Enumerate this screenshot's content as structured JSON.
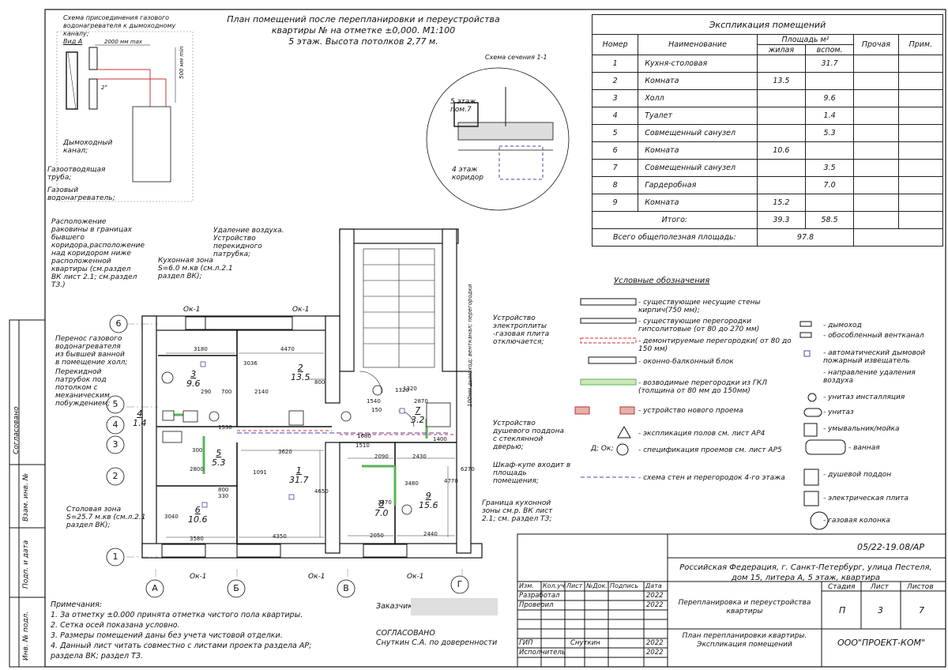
{
  "drawing": {
    "title_line1": "План помещений после перепланировки и переустройства",
    "title_line2": "квартиры №   на отметке ±0,000. М1:100",
    "title_line3": "5 этаж. Высота потолков 2,77 м."
  },
  "gas_scheme": {
    "title_line1": "Схема присоединения газового",
    "title_line2": "водонагревателя к дымоходному каналу;",
    "view": "Вид А",
    "dim_width": "2000 мм max",
    "dim_height": "500 мм min",
    "angle": "2°",
    "label_chimney": "Дымоходный канал;",
    "label_pipe": "Газоотводящая труба;",
    "label_heater": "Газовый водонагреватель;"
  },
  "section": {
    "title": "Схема сечения 1-1",
    "floor5": "5 этаж пом.7",
    "floor4": "4 этаж коридор"
  },
  "explication": {
    "title": "Экспликация помещений",
    "headers": {
      "num": "Номер",
      "name": "Наименование",
      "area": "Площадь м²",
      "living": "жилая",
      "aux": "вспом.",
      "other": "Прочая",
      "note": "Прим."
    },
    "rows": [
      {
        "num": "1",
        "name": "Кухня-столовая",
        "living": "",
        "aux": "31.7"
      },
      {
        "num": "2",
        "name": "Комната",
        "living": "13.5",
        "aux": ""
      },
      {
        "num": "3",
        "name": "Холл",
        "living": "",
        "aux": "9.6"
      },
      {
        "num": "4",
        "name": "Туалет",
        "living": "",
        "aux": "1.4"
      },
      {
        "num": "5",
        "name": "Совмещенный санузел",
        "living": "",
        "aux": "5.3"
      },
      {
        "num": "6",
        "name": "Комната",
        "living": "10.6",
        "aux": ""
      },
      {
        "num": "7",
        "name": "Совмещенный санузел",
        "living": "",
        "aux": "3.5"
      },
      {
        "num": "8",
        "name": "Гардеробная",
        "living": "",
        "aux": "7.0"
      },
      {
        "num": "9",
        "name": "Комната",
        "living": "15.2",
        "aux": ""
      }
    ],
    "total_label": "Итого:",
    "total_living": "39.3",
    "total_aux": "58.5",
    "grand_label": "Всего общеполезная площадь:",
    "grand_value": "97.8"
  },
  "legend": {
    "title": "Условные обозначения",
    "items": [
      "- существующие несущие стены кирпич(750 мм);",
      "- существующие перегородки гипсолитовые (от 80 до 270 мм)",
      "- демонтируемые перегородки( от 80 до 150 мм)",
      "- оконно-балконный блок",
      "- возводимые перегородки из ГКЛ (толщина от 80 мм до 150мм)",
      "- устройство нового проема",
      "- экспликация полов см. лист АР4",
      "- спецификация проемов см. лист АР5",
      "- схема стен и перегородок 4-го этажа"
    ],
    "spec_symbol": "Д; Ок;",
    "right_items": [
      "- дымоход",
      "- обособленный вентканал",
      "- автоматический дымовой пожарный извещатель",
      "- направление удаления воздуха",
      "- унитаз инсталляция",
      "- унитаз",
      "- умывальник/мойка",
      "- ванная",
      "- душевой поддон",
      "- электрическая плита",
      "- газовая колонка"
    ]
  },
  "annotations": {
    "a1": "Расположение раковины в границах бывшего коридора,расположение над коридором ниже расположенной квартиры (см.раздел ВК лист 2.1; см.раздел ТЗ.)",
    "a2": "Удаление воздуха. Устройство перекидного патрубка;",
    "a3": "Кухонная зона S=6.0 м.кв (см.л.2.1 раздел ВК);",
    "a4": "Перенос газового водонагревателя из бывшей ванной в помещение холл;",
    "a5": "Перекидной патрубок под потолком с механическим побуждением;",
    "a6": "Столовая зона S=25.7 м.кв (см.л.2.1 раздел ВК);",
    "a7": "Устройство электроплиты -газовая плита отключается;",
    "a8": "Устройство душевого поддона с стеклянной дверью;",
    "a9": "Шкаф-купе входит в площадь помещения;",
    "a10": "Граница кухонной зоны см.р. ВК лист 2.1; см. раздел ТЗ;",
    "a11": "100мм дымоход; вентканал; перегородки"
  },
  "rooms": [
    {
      "num": "1",
      "area": "31.7"
    },
    {
      "num": "2",
      "area": "13.5"
    },
    {
      "num": "3",
      "area": "9.6"
    },
    {
      "num": "4",
      "area": "1.4"
    },
    {
      "num": "5",
      "area": "5.3"
    },
    {
      "num": "6",
      "area": "10.6"
    },
    {
      "num": "7",
      "area": "3.2"
    },
    {
      "num": "8",
      "area": "7.0"
    },
    {
      "num": "9",
      "area": "15.6"
    }
  ],
  "dims": [
    "3180",
    "4470",
    "3036",
    "2140",
    "290",
    "700",
    "800",
    "1320",
    "1540",
    "150",
    "2870",
    "1320",
    "3620",
    "4650",
    "2090",
    "2430",
    "4770",
    "6270",
    "3480",
    "3470",
    "2050",
    "2440",
    "3580",
    "4350",
    "3040",
    "2800",
    "1530",
    "800",
    "300",
    "330",
    "1400",
    "1680",
    "1510",
    "1091"
  ],
  "openings": [
    "Ок-1",
    "Ок-1",
    "Ок-1",
    "Ок-1",
    "Ок-1"
  ],
  "axes_letters": [
    "А",
    "Б",
    "В",
    "Г"
  ],
  "axes_numbers": [
    "1",
    "2",
    "3",
    "4",
    "5",
    "6"
  ],
  "notes": {
    "title": "Примечания:",
    "items": [
      "1.  За отметку ±0.000 принята отметка чистого пола квартиры.",
      "2.  Сетка осей показана условно.",
      "3.  Размеры помещений даны без учета чистовой отделки.",
      "4.  Данный лист читать совместно с листами проекта раздела АР;",
      "раздела ВК; раздел ТЗ."
    ]
  },
  "customer": {
    "label": "Заказчик:",
    "agreed": "СОГЛАСОВАНО",
    "person": "Снуткин С.А. по доверенности"
  },
  "stamp": {
    "code": "05/22-19.08/АР",
    "address": "Российская Федерация, г. Санкт-Петербург, улица Пестеля, дом 15, литера А, 5 этаж, квартира",
    "project": "Перепланировка и переустройства квартиры",
    "sheet_title": "План перепланировки квартиры. Экспликация помещений",
    "company": "ООО\"ПРОЕКТ-КОМ\"",
    "cols": [
      "Изм.",
      "Кол.уч",
      "Лист",
      "№Док.",
      "Подпись",
      "Дата"
    ],
    "stage_label": "Стадия",
    "sheet_label": "Лист",
    "sheets_label": "Листов",
    "stage": "П",
    "sheet": "3",
    "sheets": "7",
    "roles": [
      {
        "role": "Разработал",
        "name": "",
        "date": "2022"
      },
      {
        "role": "Проверил",
        "name": "",
        "date": "2022"
      },
      {
        "role": "ГИП",
        "name": "Снуткин",
        "date": "2022"
      },
      {
        "role": "Исполнитель",
        "name": "",
        "date": "2022"
      }
    ]
  },
  "side": {
    "agreed": "Согласовано",
    "inv": "Взам. инв. №",
    "sign": "Подп. и дата",
    "orig": "Инв. № подл."
  }
}
